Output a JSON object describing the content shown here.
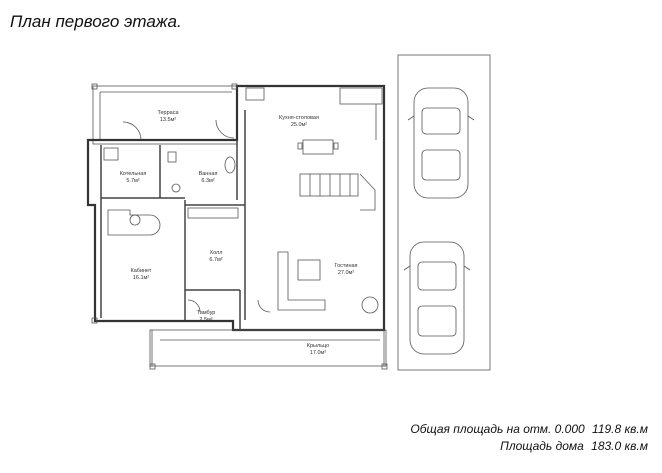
{
  "title": "План первого этажа.",
  "rooms": {
    "terrace": {
      "name": "Терраса",
      "area": "13.5м²"
    },
    "kitchen": {
      "name": "Кухня-столовая",
      "area": "25.0м²"
    },
    "boiler": {
      "name": "Котельная",
      "area": "5.7м²"
    },
    "bath": {
      "name": "Ванная",
      "area": "6.3м²"
    },
    "hall": {
      "name": "Холл",
      "area": "6.7м²"
    },
    "office": {
      "name": "Кабинет",
      "area": "16.1м²"
    },
    "living": {
      "name": "Гостиная",
      "area": "27.0м²"
    },
    "vestibule": {
      "name": "Тамбур",
      "area": "2.5м²"
    },
    "porch": {
      "name": "Крыльцо",
      "area": "17.0м²"
    }
  },
  "summary": {
    "total_label": "Общая площадь на отм. 0.000",
    "total_value": "119.8 кв.м",
    "house_label": "Площадь дома",
    "house_value": "183.0 кв.м"
  }
}
